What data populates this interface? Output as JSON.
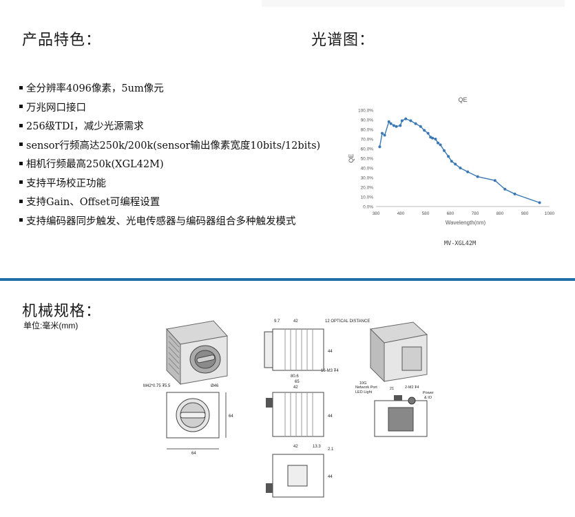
{
  "headings": {
    "features": "产品特色：",
    "spectrum": "光谱图：",
    "mechanical": "机械规格："
  },
  "features": [
    "全分辨率4096像素，5um像元",
    "万兆网口接口",
    "256级TDI，减少光源需求",
    "sensor行频高达250k/200k(sensor输出像素宽度10bits/12bits)",
    "相机行频最高250k(XGL42M)",
    "支持平场校正功能",
    "支持Gain、Offset可编程设置",
    "支持编码器同步触发、光电传感器与编码器组合多种触发模式"
  ],
  "unit_label": "单位:毫米(mm)",
  "model_label": "MV-XGL42M",
  "colors": {
    "divider": "#1f6fa6",
    "series": "#3a78b5"
  },
  "chart_data": {
    "type": "line",
    "title": "QE",
    "xlabel": "Wavelength(nm)",
    "ylabel": "QE",
    "xlim": [
      380,
      1080
    ],
    "ylim": [
      0,
      100
    ],
    "x_ticks": [
      "380",
      "480",
      "580",
      "680",
      "780",
      "880",
      "980",
      "1080"
    ],
    "y_ticks": [
      "0.0%",
      "10.0%",
      "20.0%",
      "30.0%",
      "40.0%",
      "50.0%",
      "60.0%",
      "70.0%",
      "80.0%",
      "90.0%",
      "100.0%"
    ],
    "grid": false,
    "series": [
      {
        "x": [
          395,
          405,
          415,
          432,
          440,
          452,
          462,
          478,
          485,
          500,
          520,
          540,
          560,
          575,
          590,
          600,
          608,
          620,
          630,
          640,
          655,
          672,
          685,
          700,
          720,
          750,
          790,
          860,
          900,
          940,
          1040
        ],
        "y": [
          62,
          76,
          74,
          88,
          86,
          84,
          83,
          84,
          89,
          91,
          89,
          86,
          83,
          79,
          76,
          72,
          71,
          70,
          66,
          64,
          58,
          52,
          47,
          44,
          40,
          36,
          31,
          27,
          18,
          13,
          4
        ]
      }
    ]
  },
  "drawing": {
    "front_dims": [
      "M42*0.75 ₮5.5",
      "Ø46",
      "64",
      "64"
    ],
    "top_dims": [
      "9.7",
      "42",
      "12 OPTICAL DISTANCE",
      "44",
      "16-M3 ₮4",
      "80.6"
    ],
    "side_dims": [
      "65",
      "42",
      "44"
    ],
    "bottom_dims": [
      "42",
      "13.3",
      "2.1",
      "44"
    ],
    "rear_labels": [
      "10G",
      "Network Port",
      "LED Light",
      "2-M2 ₮4",
      "21",
      "Power",
      "& IO"
    ]
  }
}
